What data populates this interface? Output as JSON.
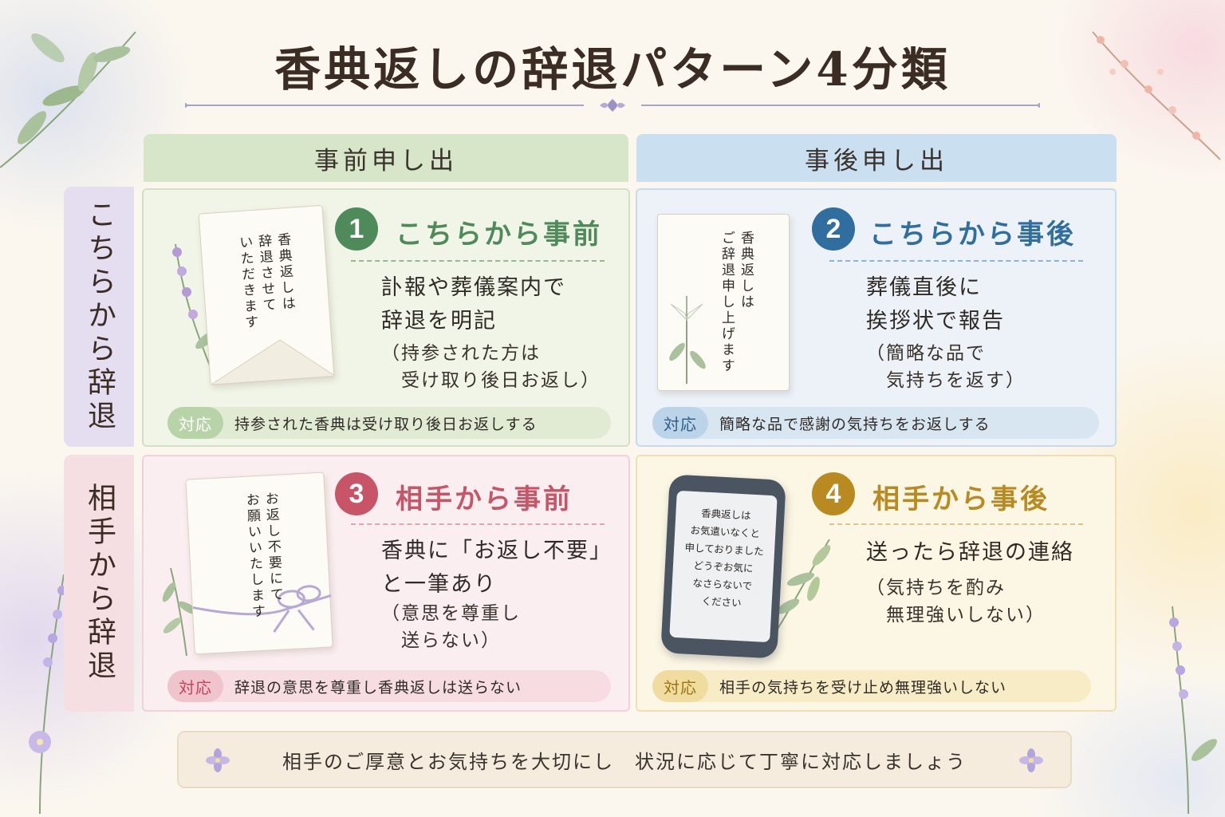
{
  "title": "香典返しの辞退パターン4分類",
  "columns": {
    "pre": "事前申し出",
    "post": "事後申し出"
  },
  "rows": {
    "ours": "こちらから辞退",
    "theirs": "相手から辞退"
  },
  "respond_label": "対応",
  "patterns": [
    {
      "number": "1",
      "heading": "こちらから事前",
      "main": "訃報や葬儀案内で\n辞退を明記",
      "sub": "（持参された方は\n　受け取り後日お返し）",
      "card_text": "香典返しは\n辞退させて\nいただきます",
      "response": "持参された香典は受け取り後日お返しする",
      "color": "#4f8a5a"
    },
    {
      "number": "2",
      "heading": "こちらから事後",
      "main": "葬儀直後に\n挨拶状で報告",
      "sub": "（簡略な品で\n　気持ちを返す）",
      "card_text": "香典返しは\nご辞退申し上げます",
      "response": "簡略な品で感謝の気持ちをお返しする",
      "color": "#2f6e9e"
    },
    {
      "number": "3",
      "heading": "相手から事前",
      "main": "香典に「お返し不要」\nと一筆あり",
      "sub": "（意思を尊重し\n　送らない）",
      "card_text": "お返し不要にて\nお願いいたします",
      "response": "辞退の意思を尊重し香典返しは送らない",
      "color": "#c75467"
    },
    {
      "number": "4",
      "heading": "相手から事後",
      "main": "送ったら辞退の連絡",
      "sub": "（気持ちを酌み\n　無理強いしない）",
      "card_text": "香典返しは\nお気遣いなくと\n申しておりました\nどうぞお気に\nなさらないで\nください",
      "response": "相手の気持ちを受け止め無理強いしない",
      "color": "#b98a1f"
    }
  ],
  "footer": "相手のご厚意とお気持ちを大切にし　状況に応じて丁寧に対応しましょう"
}
